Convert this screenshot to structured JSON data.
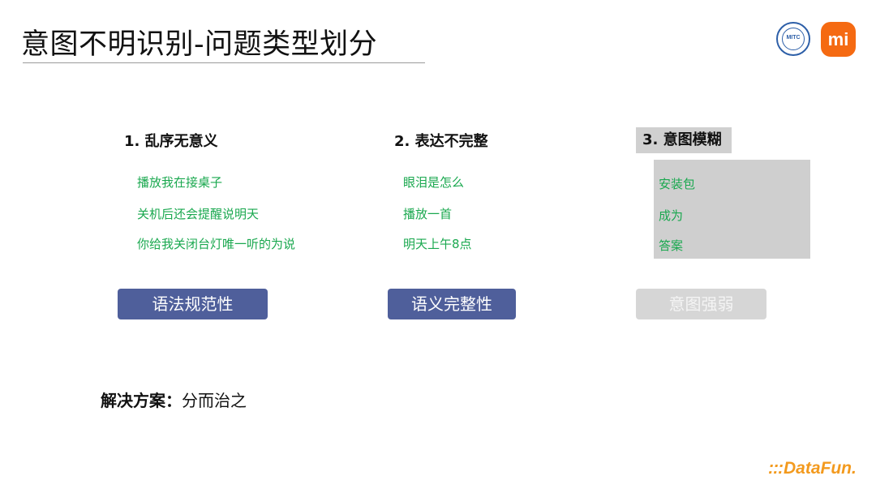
{
  "slide": {
    "title": "意图不明识别-问题类型划分"
  },
  "logos": {
    "institute_text": "MITC",
    "brand_text": "mi",
    "footer_brand": "DataFun.",
    "footer_dots": ":::"
  },
  "columns": [
    {
      "heading": "1. 乱序无意义",
      "examples": [
        "播放我在接桌子",
        "关机后还会提醒说明天",
        "你给我关闭台灯唯一听的为说"
      ],
      "category": "语法规范性"
    },
    {
      "heading": "2. 表达不完整",
      "examples": [
        "眼泪是怎么",
        "播放一首",
        "明天上午8点"
      ],
      "category": "语义完整性"
    },
    {
      "heading": "3. 意图模糊",
      "examples": [
        "安装包",
        "成为",
        "答案"
      ],
      "category": "意图强弱"
    }
  ],
  "solution": {
    "label": "解决方案：",
    "text": "分而治之"
  },
  "colors": {
    "example_text": "#1aa84f",
    "category_active": "#4f5f9b",
    "category_inactive": "#d6d6d6",
    "highlight_gray": "#cfcfcf",
    "brand_orange": "#f56a12"
  }
}
